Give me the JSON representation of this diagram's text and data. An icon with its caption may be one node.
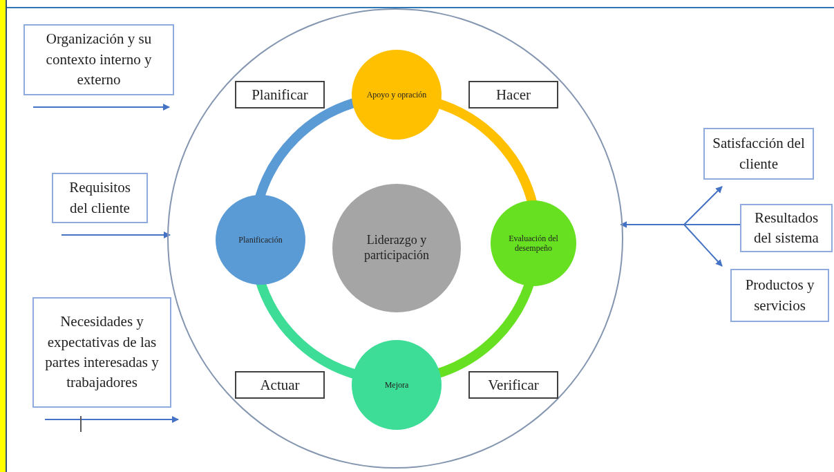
{
  "diagram": {
    "nodes": [
      {
        "text": [
          "Organización y su contexto interno y externo"
        ]
      },
      {
        "text": [],
        "shape": "circle"
      },
      {
        "text": [
          "Apoyo y opración"
        ],
        "in": 1
      },
      {
        "text": [
          "Planificar"
        ],
        "in": 1
      },
      {
        "text": [
          "Hacer"
        ],
        "in": 1
      },
      {
        "text": [
          "Satisfacción del cliente"
        ]
      },
      {
        "text": [
          "Requisitos del cliente"
        ]
      },
      {
        "text": [
          "Planificación"
        ],
        "in": 1
      },
      {
        "text": [
          "Liderazgo y participación"
        ],
        "in": 1
      },
      {
        "text": [
          "Evaluación del desempeño"
        ],
        "in": 1
      },
      {
        "text": [
          "Resultados del sistema"
        ]
      },
      {
        "text": [
          "Productos y servicios"
        ]
      },
      {
        "text": [
          "Necesidades y expectativas de las partes interesadas y trabajadores"
        ]
      },
      {
        "text": [
          "Actuar"
        ],
        "in": 1
      },
      {
        "text": [
          "Verificar"
        ],
        "in": 1
      },
      {
        "text": [
          "Mejora"
        ],
        "in": 1
      }
    ],
    "edges": [
      {
        "from": 6,
        "to": 1,
        "arrow": "to"
      },
      {
        "from": 10,
        "to": 1,
        "arrow": "to"
      },
      {
        "from": 10,
        "to": 5,
        "arrow": "to"
      },
      {
        "from": 10,
        "to": 11,
        "arrow": "to"
      },
      {
        "from": 7,
        "to": 2,
        "arrow": "none",
        "style": "thick",
        "color": "#5b9bd5"
      },
      {
        "from": 2,
        "to": 9,
        "arrow": "none",
        "style": "thick",
        "color": "#ffc000"
      },
      {
        "from": 9,
        "to": 15,
        "arrow": "none",
        "style": "thick",
        "color": "#66e020"
      },
      {
        "from": 15,
        "to": 7,
        "arrow": "none",
        "style": "thick",
        "color": "#3ddc97"
      }
    ]
  }
}
